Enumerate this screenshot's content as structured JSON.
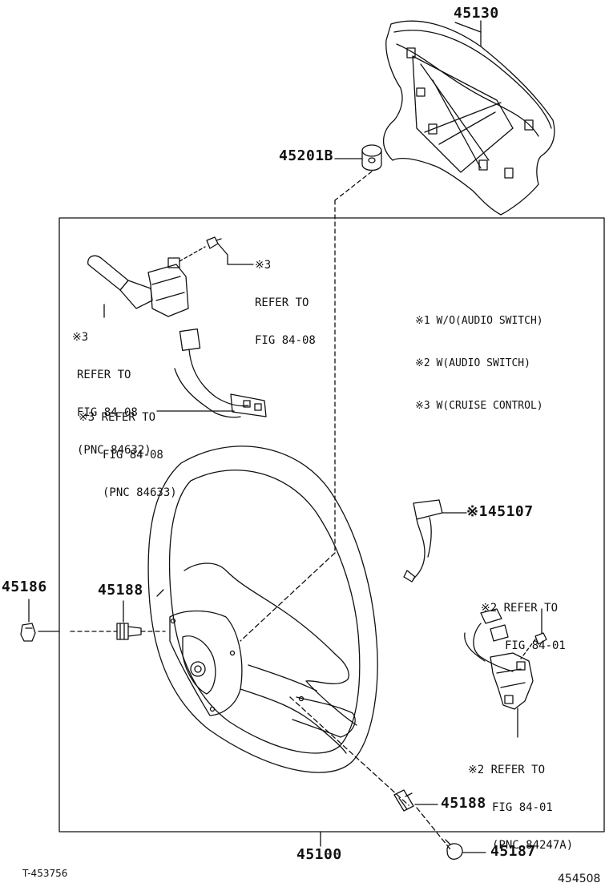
{
  "parts": {
    "p45130": "45130",
    "p45201B": "45201B",
    "p45107": "※145107",
    "p45186": "45186",
    "p45188_top": "45188",
    "p45188_bottom": "45188",
    "p45100": "45100",
    "p45187": "45187"
  },
  "refs": {
    "r_upper_bolt": [
      "※3",
      "REFER TO",
      "FIG 84-08"
    ],
    "r_lever": [
      "※3",
      "REFER TO",
      "FIG 84-08",
      "(PNC 84632)"
    ],
    "r_wire": [
      "※3 REFER TO",
      "FIG 84-08",
      "(PNC 84633)"
    ],
    "r_audio_top": [
      "※2 REFER TO",
      "FIG 84-01"
    ],
    "r_audio_bottom": [
      "※2 REFER TO",
      "FIG 84-01",
      "(PNC 84247A)"
    ]
  },
  "legend": [
    "※1 W/O(AUDIO SWITCH)",
    "※2 W(AUDIO SWITCH)",
    "※3 W(CRUISE CONTROL)"
  ],
  "corner": {
    "left": "T-453756",
    "right": "454508"
  }
}
